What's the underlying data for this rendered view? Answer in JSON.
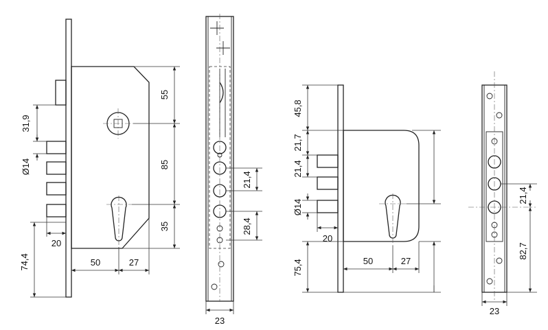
{
  "colors": {
    "line": "#222222",
    "background": "#ffffff"
  },
  "lock_a": {
    "front": {
      "dim_top_section": "55",
      "dim_middle_section": "85",
      "dim_keyhole_section": "35",
      "dim_bolt_top": "31,9",
      "dim_bolt_dia": "Ø14",
      "dim_bolt_projection": "20",
      "dim_bottom": "74,4",
      "dim_backset": "50",
      "dim_cylinder_to_edge": "27"
    },
    "side": {
      "dim_bolt_spacing": "21,4",
      "dim_lower_spacing": "28,4",
      "dim_faceplate_width": "23"
    }
  },
  "lock_b": {
    "front": {
      "dim_top": "45,8",
      "dim_bolt_top": "21,7",
      "dim_bolt_spacing": "21,4",
      "dim_bolt_dia": "Ø14",
      "dim_bolt_projection": "20",
      "dim_bottom": "75,4",
      "dim_backset": "50",
      "dim_cylinder_to_edge": "27"
    },
    "side": {
      "dim_bolt_spacing": "21,4",
      "dim_lower": "82,7",
      "dim_faceplate_width": "23"
    }
  }
}
